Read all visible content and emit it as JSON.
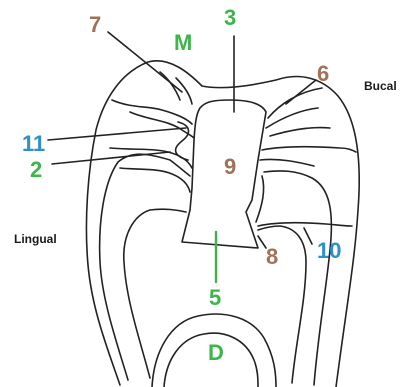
{
  "colors": {
    "brown": "#A07256",
    "green": "#3CB54A",
    "blue": "#2E8FC9",
    "outline": "#222222",
    "label_text": "#1A1A1A"
  },
  "labels": {
    "n1": "7",
    "n2": "3",
    "n3": "6",
    "n4": "11",
    "n5": "2",
    "n6": "9",
    "n7": "8",
    "n8": "10",
    "n9": "5"
  },
  "regions": {
    "mesial": "M",
    "distal": "D"
  },
  "sides": {
    "buccal": "Bucal",
    "lingual": "Lingual"
  }
}
